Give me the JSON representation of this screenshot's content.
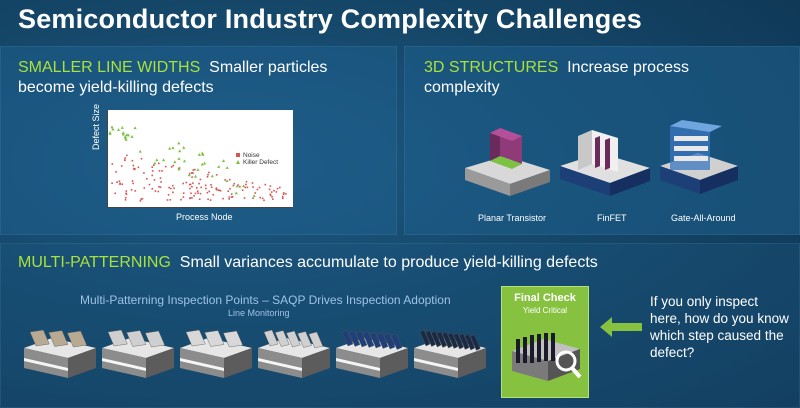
{
  "title": "Semiconductor Industry Complexity Challenges",
  "panel_line_widths": {
    "heading": "SMALLER LINE WIDTHS",
    "text_line1": "Smaller particles",
    "text_line2": "become yield-killing defects",
    "chart": {
      "ylabel": "Defect Size",
      "xlabel": "Process Node",
      "legend_noise": "Noise",
      "legend_killer": "Killer Defect"
    }
  },
  "panel_3d": {
    "heading": "3D STRUCTURES",
    "text_line1": "Increase process",
    "text_line2": "complexity",
    "labels": [
      "Planar Transistor",
      "FinFET",
      "Gate-All-Around"
    ]
  },
  "panel_multi": {
    "heading": "MULTI-PATTERNING",
    "text": "Small variances accumulate to produce yield-killing defects",
    "inspection_title": "Multi-Patterning Inspection Points – SAQP Drives Inspection Adoption",
    "inspection_sub": "Line Monitoring",
    "final_check": "Final Check",
    "final_sub": "Yield Critical",
    "question": "If you only inspect here, how do you know which step caused the defect?"
  },
  "colors": {
    "accent": "#a9e23a",
    "final_green": "#86c240",
    "noise": "#d9534f",
    "killer": "#7cc242"
  }
}
